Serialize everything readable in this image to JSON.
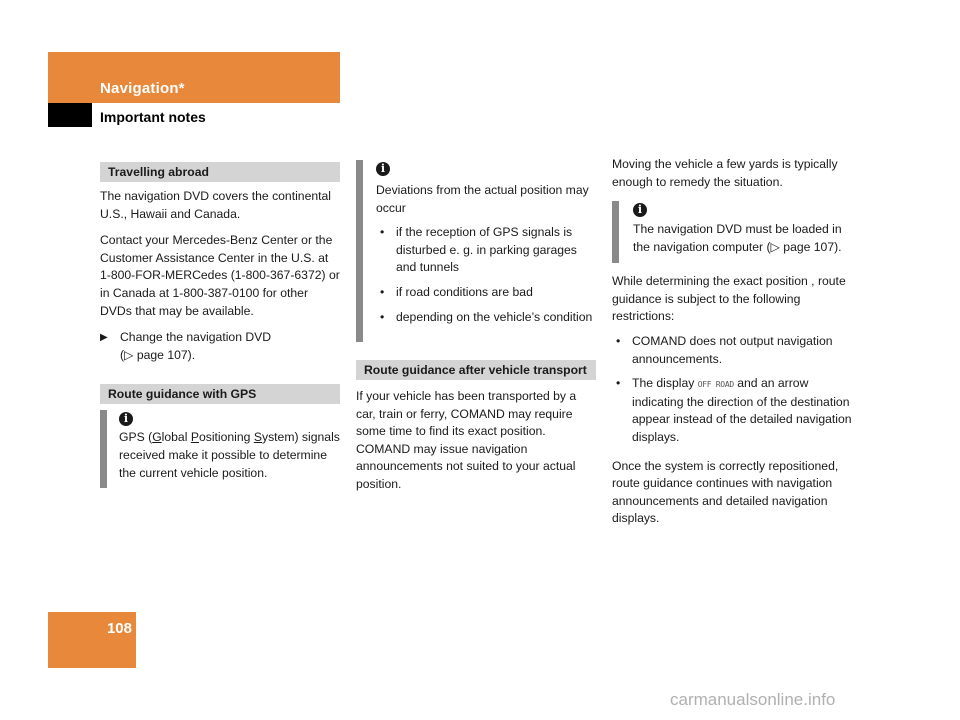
{
  "header": {
    "title": "Navigation*",
    "subtitle": "Important notes"
  },
  "page_number": "108",
  "col1": {
    "travelling_abroad": {
      "heading": "Travelling abroad",
      "p1": "The navigation DVD covers the continental U.S., Hawaii and Canada.",
      "p2": "Contact your Mercedes-Benz Center or the Customer Assistance Center in the U.S. at 1-800-FOR-MERCedes (1-800-367-6372) or in Canada at 1-800-387-0100 for other DVDs that may be available.",
      "step_marker": "▶",
      "step_line1": "Change the navigation DVD",
      "step_line2": "(▷ page 107)."
    },
    "gps": {
      "heading": "Route guidance with GPS",
      "info_pre": "GPS (",
      "g_letter": "G",
      "g_rest": "lobal ",
      "p_letter": "P",
      "p_rest": "ositioning ",
      "s_letter": "S",
      "info_post": "ystem) signals received make it possible to determine the current vehicle position."
    }
  },
  "col2": {
    "info": {
      "intro": "Deviations from the actual position may occur",
      "bullets": [
        "if the reception of GPS signals is disturbed e. g. in parking garages and tunnels",
        "if road conditions are bad",
        "depending on the vehicle’s condition"
      ]
    },
    "transport": {
      "heading": "Route guidance after vehicle transport",
      "para": "If your vehicle has been transported by a car, train or ferry, COMAND may require some time to find its exact position. COMAND may issue navigation announcements not suited to your actual position."
    }
  },
  "col3": {
    "p1": "Moving the vehicle a few yards is typically enough to remedy the situation.",
    "info": "The navigation DVD must be loaded in the navigation computer (▷ page 107).",
    "p2": "While determining the exact position , route guidance is subject to the following restrictions:",
    "bullet1": "COMAND does not output navigation announcements.",
    "bullet2_pre": "The display ",
    "bullet2_display": "OFF ROAD",
    "bullet2_post": " and an arrow indicating the direction of the destination appear instead of the detailed navigation displays.",
    "p3": "Once the system is correctly repositioned, route guidance continues with navigation announcements and detailed navigation displays."
  },
  "bullet_char": "•",
  "watermark": "carmanualsonline.info",
  "colors": {
    "accent_orange": "#e8883a",
    "section_gray": "#d4d4d4",
    "info_bar_gray": "#8a8a8a"
  }
}
